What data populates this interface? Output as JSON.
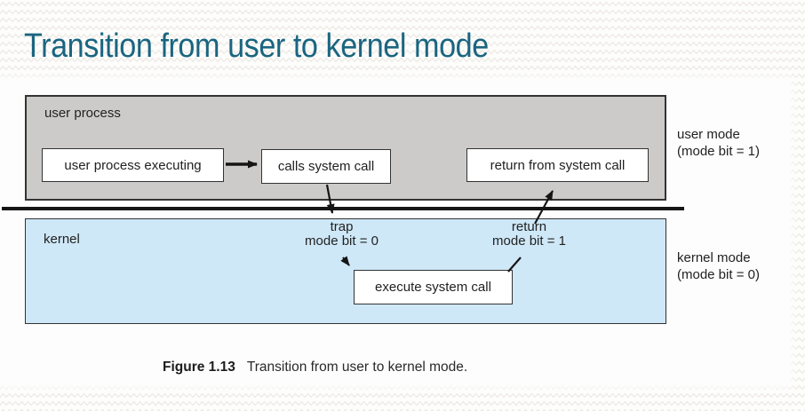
{
  "title": "Transition from user to kernel mode",
  "diagram": {
    "user_region_label": "user process",
    "kernel_region_label": "kernel",
    "box_user_executing": "user process executing",
    "box_calls_syscall": "calls system call",
    "box_return_syscall": "return from system call",
    "box_execute_syscall": "execute system call",
    "trap_line1": "trap",
    "trap_line2": "mode bit = 0",
    "return_line1": "return",
    "return_line2": "mode bit = 1",
    "user_mode_line1": "user mode",
    "user_mode_line2": "(mode bit = 1)",
    "kernel_mode_line1": "kernel mode",
    "kernel_mode_line2": "(mode bit = 0)"
  },
  "caption": {
    "figure_label": "Figure 1.13",
    "figure_text": "Transition from user to kernel mode."
  },
  "colors": {
    "title_color": "#1a6580",
    "user_region_bg": "#cccbca",
    "kernel_region_bg": "#cfe8f8",
    "line_color": "#151515"
  }
}
